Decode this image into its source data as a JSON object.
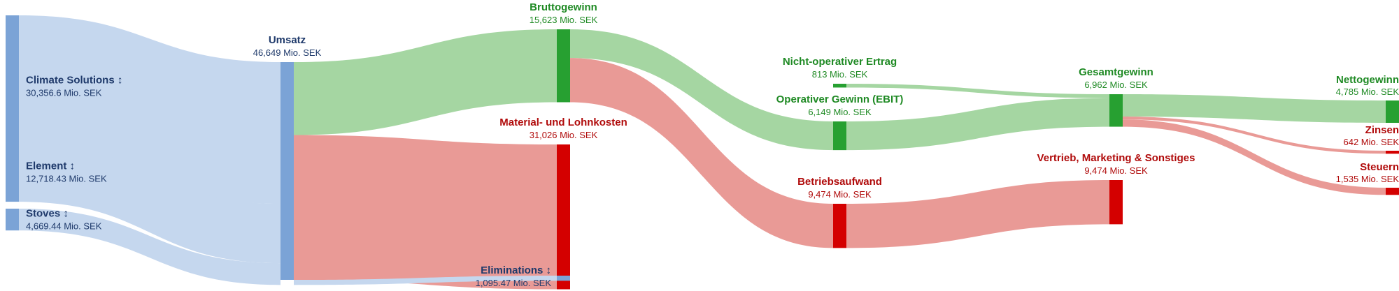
{
  "chart_data": {
    "type": "sankey",
    "unit": "Mio. SEK",
    "colors": {
      "source_node": "#7ba3d6",
      "source_link": "#c5d7ee",
      "source_text": "#1f3a6b",
      "profit_node": "#27a031",
      "profit_link": "#a5d6a2",
      "profit_text": "#1f8a24",
      "cost_node": "#d40000",
      "cost_link": "#e99a96",
      "cost_text": "#b00a0a"
    },
    "nodes": [
      {
        "id": "climate",
        "name": "Climate Solutions ↕",
        "value_label": "30,356.6 Mio. SEK",
        "value": 30356.6,
        "group": "source"
      },
      {
        "id": "element",
        "name": "Element ↕",
        "value_label": "12,718.43 Mio. SEK",
        "value": 12718.43,
        "group": "source"
      },
      {
        "id": "stoves",
        "name": "Stoves ↕",
        "value_label": "4,669.44 Mio. SEK",
        "value": 4669.44,
        "group": "source"
      },
      {
        "id": "umsatz",
        "name": "Umsatz",
        "value_label": "46,649 Mio. SEK",
        "value": 46649,
        "group": "source"
      },
      {
        "id": "brutto",
        "name": "Bruttogewinn",
        "value_label": "15,623 Mio. SEK",
        "value": 15623,
        "group": "profit"
      },
      {
        "id": "material",
        "name": "Material- und Lohnkosten",
        "value_label": "31,026 Mio. SEK",
        "value": 31026,
        "group": "cost"
      },
      {
        "id": "elim",
        "name": "Eliminations ↕",
        "value_label": "1,095.47 Mio. SEK",
        "value": 1095.47,
        "group": "source"
      },
      {
        "id": "nonop",
        "name": "Nicht-operativer Ertrag",
        "value_label": "813 Mio. SEK",
        "value": 813,
        "group": "profit"
      },
      {
        "id": "ebit",
        "name": "Operativer Gewinn (EBIT)",
        "value_label": "6,149 Mio. SEK",
        "value": 6149,
        "group": "profit"
      },
      {
        "id": "betrieb",
        "name": "Betriebsaufwand",
        "value_label": "9,474 Mio. SEK",
        "value": 9474,
        "group": "cost"
      },
      {
        "id": "gesamt",
        "name": "Gesamtgewinn",
        "value_label": "6,962 Mio. SEK",
        "value": 6962,
        "group": "profit"
      },
      {
        "id": "vertrieb",
        "name": "Vertrieb, Marketing & Sonstiges",
        "value_label": "9,474 Mio. SEK",
        "value": 9474,
        "group": "cost"
      },
      {
        "id": "netto",
        "name": "Nettogewinn",
        "value_label": "4,785 Mio. SEK",
        "value": 4785,
        "group": "profit"
      },
      {
        "id": "zinsen",
        "name": "Zinsen",
        "value_label": "642 Mio. SEK",
        "value": 642,
        "group": "cost"
      },
      {
        "id": "steuern",
        "name": "Steuern",
        "value_label": "1,535 Mio. SEK",
        "value": 1535,
        "group": "cost"
      }
    ],
    "links": [
      {
        "source": "climate",
        "target": "umsatz",
        "value": 30356.6
      },
      {
        "source": "element",
        "target": "umsatz",
        "value": 12718.43
      },
      {
        "source": "stoves",
        "target": "umsatz",
        "value": 4669.44
      },
      {
        "source": "umsatz",
        "target": "brutto",
        "value": 15623
      },
      {
        "source": "umsatz",
        "target": "material",
        "value": 31026
      },
      {
        "source": "umsatz",
        "target": "elim",
        "value": 1095.47
      },
      {
        "source": "brutto",
        "target": "ebit",
        "value": 6149
      },
      {
        "source": "brutto",
        "target": "betrieb",
        "value": 9474
      },
      {
        "source": "nonop",
        "target": "gesamt",
        "value": 813
      },
      {
        "source": "ebit",
        "target": "gesamt",
        "value": 6149
      },
      {
        "source": "betrieb",
        "target": "vertrieb",
        "value": 9474
      },
      {
        "source": "gesamt",
        "target": "netto",
        "value": 4785
      },
      {
        "source": "gesamt",
        "target": "zinsen",
        "value": 642
      },
      {
        "source": "gesamt",
        "target": "steuern",
        "value": 1535
      }
    ]
  }
}
